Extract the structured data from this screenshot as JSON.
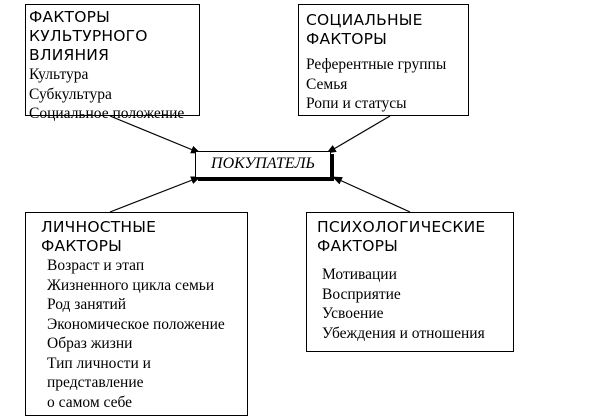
{
  "buyer": {
    "label": "ПОКУПАТЕЛЬ"
  },
  "cultural": {
    "title": "ФАКТОРЫ\nКУЛЬТУРНОГО\nВЛИЯНИЯ",
    "items": [
      "Культура",
      "Субкультура",
      "Социальное положение"
    ]
  },
  "social": {
    "title": "СОЦИАЛЬНЫЕ\nФАКТОРЫ",
    "items": [
      "Референтные группы",
      "Семья",
      "Ропи и статусы"
    ]
  },
  "personal": {
    "title": "ЛИЧНОСТНЫЕ\nФАКТОРЫ",
    "items": [
      "Возраст и этап",
      "Жизненного цикла семьи",
      "Род занятий",
      "Экономическое положение",
      "Образ жизни",
      "Тип личности и",
      "представление",
      "о самом себе"
    ]
  },
  "psychological": {
    "title": "ПСИХОЛОГИЧЕСКИЕ\nФАКТОРЫ",
    "items": [
      "Мотивации",
      "Восприятие",
      "Усвоение",
      "Убеждения и отношения"
    ]
  }
}
